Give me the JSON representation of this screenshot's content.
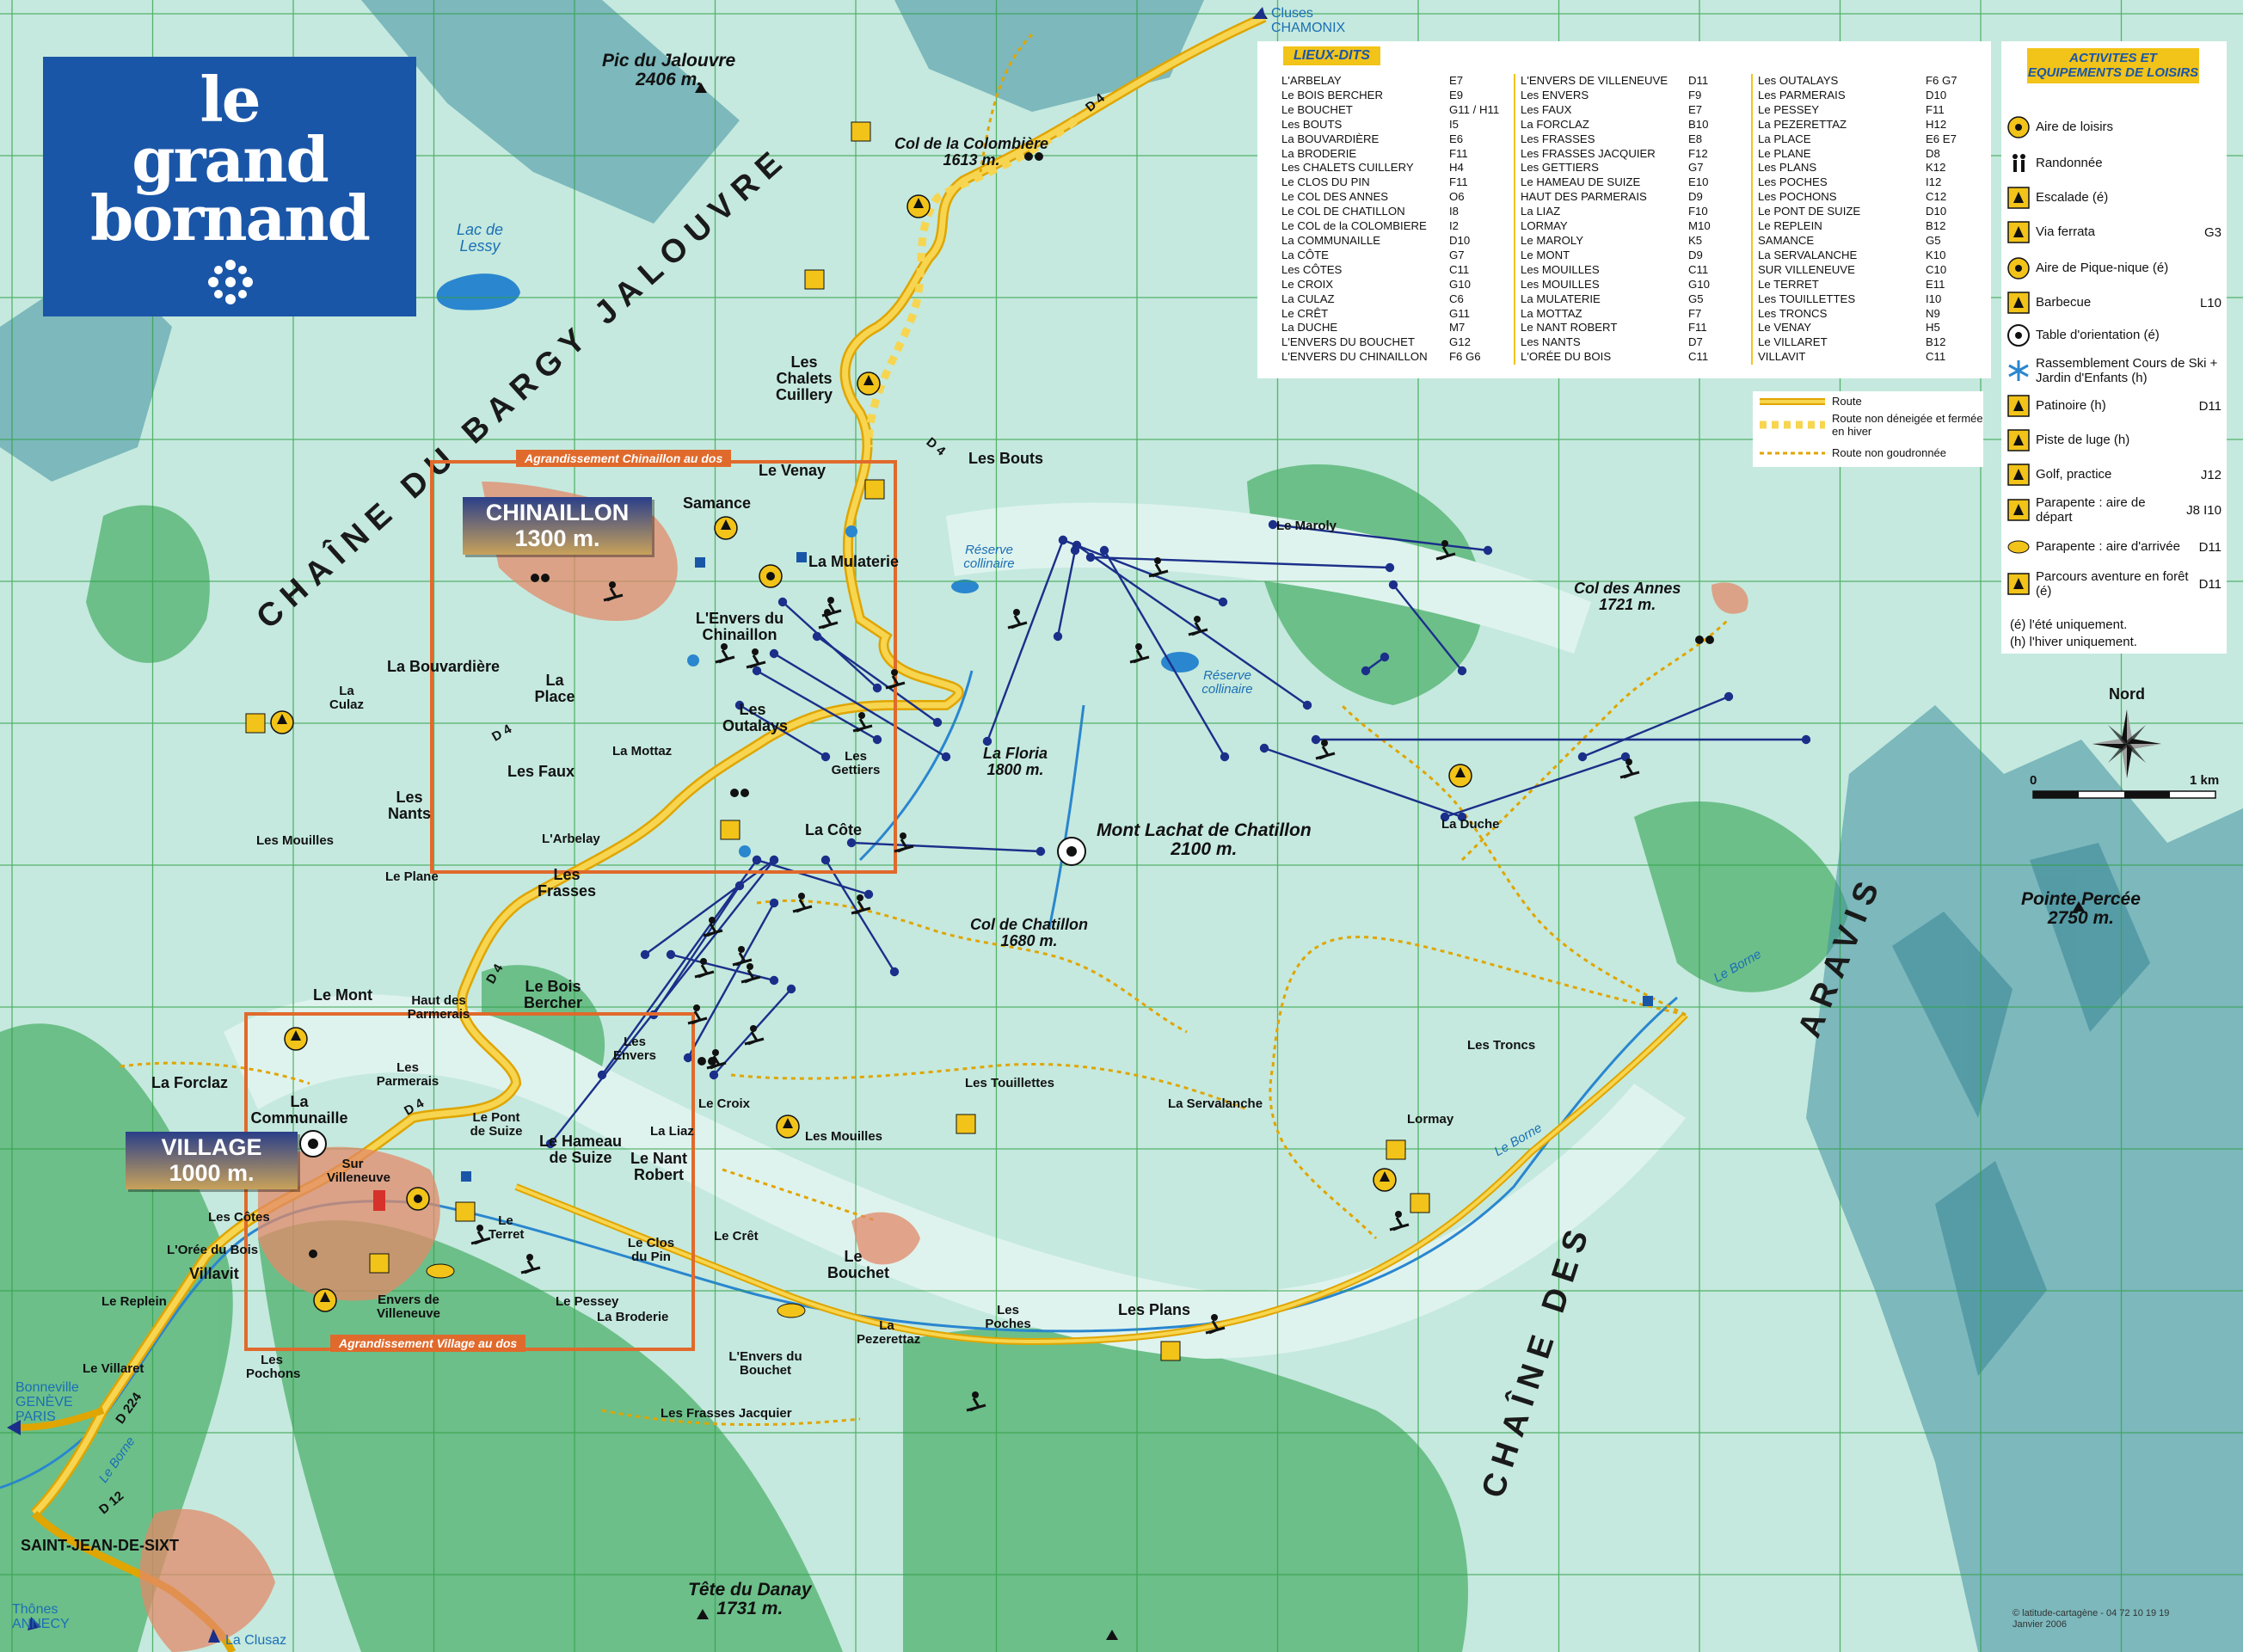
{
  "logo": {
    "line1": "le",
    "line2": "grand",
    "line3": "bornand",
    "bg": "#1a56a8"
  },
  "peaks": [
    {
      "name": "Pic du Jalouvre",
      "alt": "2406 m."
    },
    {
      "name": "Col de la Colombière",
      "alt": "1613 m."
    },
    {
      "name": "Col des Annes",
      "alt": "1721 m."
    },
    {
      "name": "Mont Lachat de Chatillon",
      "alt": "2100 m."
    },
    {
      "name": "Pointe Percée",
      "alt": "2750 m."
    },
    {
      "name": "Col de Chatillon",
      "alt": "1680 m."
    },
    {
      "name": "La Floria",
      "alt": "1800 m."
    },
    {
      "name": "Tête du Danay",
      "alt": "1731 m."
    }
  ],
  "ranges": {
    "jalouvre": "CHAÎNE DU BARGY JALOUVRE",
    "aravis_1": "CHAÎNE DES",
    "aravis_2": "ARAVIS"
  },
  "water": {
    "lac_lessy": "Lac de Lessy",
    "reserve": "Réserve collinaire",
    "le_borne": "Le Borne"
  },
  "zones": {
    "chinaillon": {
      "name": "CHINAILLON",
      "alt": "1300 m.",
      "tag": "Agrandissement  Chinaillon au dos"
    },
    "village": {
      "name": "VILLAGE",
      "alt": "1000 m.",
      "tag": "Agrandissement Village au dos"
    }
  },
  "exits": {
    "top": {
      "line1": "Cluses",
      "line2": "CHAMONIX"
    },
    "left": {
      "line1": "Bonneville",
      "line2": "GENÈVE",
      "line3": "PARIS"
    },
    "bottom_left": {
      "line1": "Thônes",
      "line2": "ANNECY"
    },
    "bottom": "La Clusaz",
    "town": "SAINT-JEAN-DE-SIXT"
  },
  "roads": [
    "D 4",
    "D 4",
    "D 4",
    "D 4",
    "D 4",
    "D 224",
    "D 12"
  ],
  "places": {
    "chalets_cuillery": "Les Chalets Cuillery",
    "le_venay": "Le Venay",
    "les_bouts": "Les Bouts",
    "samance": "Samance",
    "la_mulaterie": "La Mulaterie",
    "lenvers_chinaillon": "L'Envers du Chinaillon",
    "la_bouvardiere": "La Bouvardière",
    "la_place": "La Place",
    "la_culaz": "La Culaz",
    "les_outalays": "Les Outalays",
    "la_mottaz": "La Mottaz",
    "les_gettiers": "Les Gettiers",
    "les_faux": "Les Faux",
    "les_nants": "Les Nants",
    "les_mouilles_w": "Les Mouilles",
    "larbelay": "L'Arbelay",
    "la_cote": "La Côte",
    "le_plane": "Le Plane",
    "les_frasses": "Les Frasses",
    "le_maroly": "Le Maroly",
    "la_duche": "La Duche",
    "le_mont": "Le Mont",
    "haut_parmerais": "Haut des Parmerais",
    "le_bois_bercher": "Le Bois Bercher",
    "les_parmerais": "Les Parmerais",
    "les_envers": "Les Envers",
    "la_forclaz": "La Forclaz",
    "la_communaille": "La Communaille",
    "le_pont_suize": "Le Pont de Suize",
    "le_hameau_suize": "Le Hameau de Suize",
    "le_nant_robert": "Le Nant Robert",
    "la_liaz": "La Liaz",
    "le_croix": "Le Croix",
    "les_touillettes": "Les Touillettes",
    "les_mouilles_e": "Les Mouilles",
    "la_servalanche": "La Servalanche",
    "les_troncs": "Les Troncs",
    "lormay": "Lormay",
    "sur_villeneuve": "Sur Villeneuve",
    "les_cotes": "Les Côtes",
    "loree_bois": "L'Orée du Bois",
    "villavit": "Villavit",
    "le_terret": "Le Terret",
    "le_clos_pin": "Le Clos du Pin",
    "le_cret": "Le Crêt",
    "le_bouchet": "Le Bouchet",
    "le_replein": "Le Replein",
    "envers_villeneuve": "Envers de Villeneuve",
    "le_pessey": "Le Pessey",
    "la_broderie": "La Broderie",
    "le_villaret": "Le Villaret",
    "les_pochons": "Les Pochons",
    "lenvers_bouchet": "L'Envers du Bouchet",
    "la_pezerettaz": "La Pezerettaz",
    "les_poches": "Les Poches",
    "les_plans": "Les Plans",
    "les_frasses_jacquier": "Les Frasses Jacquier"
  },
  "lieux_dits": {
    "title": "LIEUX-DITS",
    "columns": [
      [
        [
          "L'ARBELAY",
          "E7"
        ],
        [
          "Le BOIS BERCHER",
          "E9"
        ],
        [
          "Le BOUCHET",
          "G11 / H11"
        ],
        [
          "Les BOUTS",
          "I5"
        ],
        [
          "La BOUVARDIÈRE",
          "E6"
        ],
        [
          "La BRODERIE",
          "F11"
        ],
        [
          "Les CHALETS CUILLERY",
          "H4"
        ],
        [
          "Le CLOS DU PIN",
          "F11"
        ],
        [
          "Le COL DES ANNES",
          "O6"
        ],
        [
          "Le COL DE CHATILLON",
          "I8"
        ],
        [
          "Le COL de la COLOMBIERE",
          "I2"
        ],
        [
          "La COMMUNAILLE",
          "D10"
        ],
        [
          "La CÔTE",
          "G7"
        ],
        [
          "Les CÔTES",
          "C11"
        ],
        [
          "Le CROIX",
          "G10"
        ],
        [
          "La CULAZ",
          "C6"
        ],
        [
          "Le CRÊT",
          "G11"
        ],
        [
          "La DUCHE",
          "M7"
        ],
        [
          "L'ENVERS DU BOUCHET",
          "G12"
        ],
        [
          "L'ENVERS DU CHINAILLON",
          "F6 G6"
        ]
      ],
      [
        [
          "L'ENVERS DE VILLENEUVE",
          "D11"
        ],
        [
          "Les ENVERS",
          "F9"
        ],
        [
          "Les FAUX",
          "E7"
        ],
        [
          "La FORCLAZ",
          "B10"
        ],
        [
          "Les FRASSES",
          "E8"
        ],
        [
          "Les FRASSES JACQUIER",
          "F12"
        ],
        [
          "Les GETTIERS",
          "G7"
        ],
        [
          "Le HAMEAU DE SUIZE",
          "E10"
        ],
        [
          "HAUT DES PARMERAIS",
          "D9"
        ],
        [
          "La LIAZ",
          "F10"
        ],
        [
          "LORMAY",
          "M10"
        ],
        [
          "Le MAROLY",
          "K5"
        ],
        [
          "Le MONT",
          "D9"
        ],
        [
          "Les MOUILLES",
          "C11"
        ],
        [
          "Les MOUILLES",
          "G10"
        ],
        [
          "La MULATERIE",
          "G5"
        ],
        [
          "La MOTTAZ",
          "F7"
        ],
        [
          "Le NANT ROBERT",
          "F11"
        ],
        [
          "Les NANTS",
          "D7"
        ],
        [
          "L'ORÉE DU BOIS",
          "C11"
        ]
      ],
      [
        [
          "Les OUTALAYS",
          "F6 G7"
        ],
        [
          "Les PARMERAIS",
          "D10"
        ],
        [
          "Le PESSEY",
          "F11"
        ],
        [
          "La PEZERETTAZ",
          "H12"
        ],
        [
          "La PLACE",
          "E6 E7"
        ],
        [
          "Le PLANE",
          "D8"
        ],
        [
          "Les PLANS",
          "K12"
        ],
        [
          "Les POCHES",
          "I12"
        ],
        [
          "Les POCHONS",
          "C12"
        ],
        [
          "Le PONT DE SUIZE",
          "D10"
        ],
        [
          "Le REPLEIN",
          "B12"
        ],
        [
          "SAMANCE",
          "G5"
        ],
        [
          "La SERVALANCHE",
          "K10"
        ],
        [
          "SUR VILLENEUVE",
          "C10"
        ],
        [
          "Le TERRET",
          "E11"
        ],
        [
          "Les TOUILLETTES",
          "I10"
        ],
        [
          "Les TRONCS",
          "N9"
        ],
        [
          "Le VENAY",
          "H5"
        ],
        [
          "Le VILLARET",
          "B12"
        ],
        [
          "VILLAVIT",
          "C11"
        ]
      ]
    ]
  },
  "activities": {
    "title": "ACTIVITES ET EQUIPEMENTS DE LOISIRS",
    "items": [
      {
        "label": "Aire de loisirs",
        "code": "",
        "icon": "sun-icon"
      },
      {
        "label": "Randonnée",
        "code": "",
        "icon": "hikers-icon"
      },
      {
        "label": "Escalade (é)",
        "code": "",
        "icon": "climbing-icon"
      },
      {
        "label": "Via ferrata",
        "code": "G3",
        "icon": "via-ferrata-icon"
      },
      {
        "label": "Aire de Pique-nique (é)",
        "code": "",
        "icon": "picnic-tree-icon"
      },
      {
        "label": "Barbecue",
        "code": "L10",
        "icon": "barbecue-icon"
      },
      {
        "label": "Table d'orientation (é)",
        "code": "",
        "icon": "orientation-table-icon"
      },
      {
        "label": "Rassemblement Cours de Ski + Jardin d'Enfants (h)",
        "code": "",
        "icon": "snowflake-icon"
      },
      {
        "label": "Patinoire (h)",
        "code": "D11",
        "icon": "skating-icon"
      },
      {
        "label": "Piste de luge (h)",
        "code": "",
        "icon": "sledge-icon"
      },
      {
        "label": "Golf, practice",
        "code": "J12",
        "icon": "golf-icon"
      },
      {
        "label": "Parapente : aire de départ",
        "code": "J8 I10",
        "icon": "paraglider-departure-icon"
      },
      {
        "label": "Parapente : aire d'arrivée",
        "code": "D11",
        "icon": "paraglider-arrival-icon"
      },
      {
        "label": "Parcours aventure en forêt (é)",
        "code": "D11",
        "icon": "adventure-course-icon"
      }
    ],
    "note_ete": "(é) l'été uniquement.",
    "note_hiver": "(h) l'hiver uniquement."
  },
  "road_legend": {
    "route": "Route",
    "route_non_deneigee": "Route non déneigée et fermée en hiver",
    "route_non_goudronnee": "Route non goudronnée"
  },
  "compass": {
    "label": "Nord"
  },
  "scale": {
    "start": "0",
    "end": "1 km"
  },
  "credit": {
    "line1": "© latitude-cartagène - 04 72 10 19 19",
    "line2": "Janvier 2006"
  },
  "colors": {
    "road": "#f2c318",
    "frame": "#e06a2c",
    "lift": "#1b2f8a",
    "grid": "#3da24a",
    "valley": "#a9ddd3",
    "forest": "#4fae70"
  }
}
